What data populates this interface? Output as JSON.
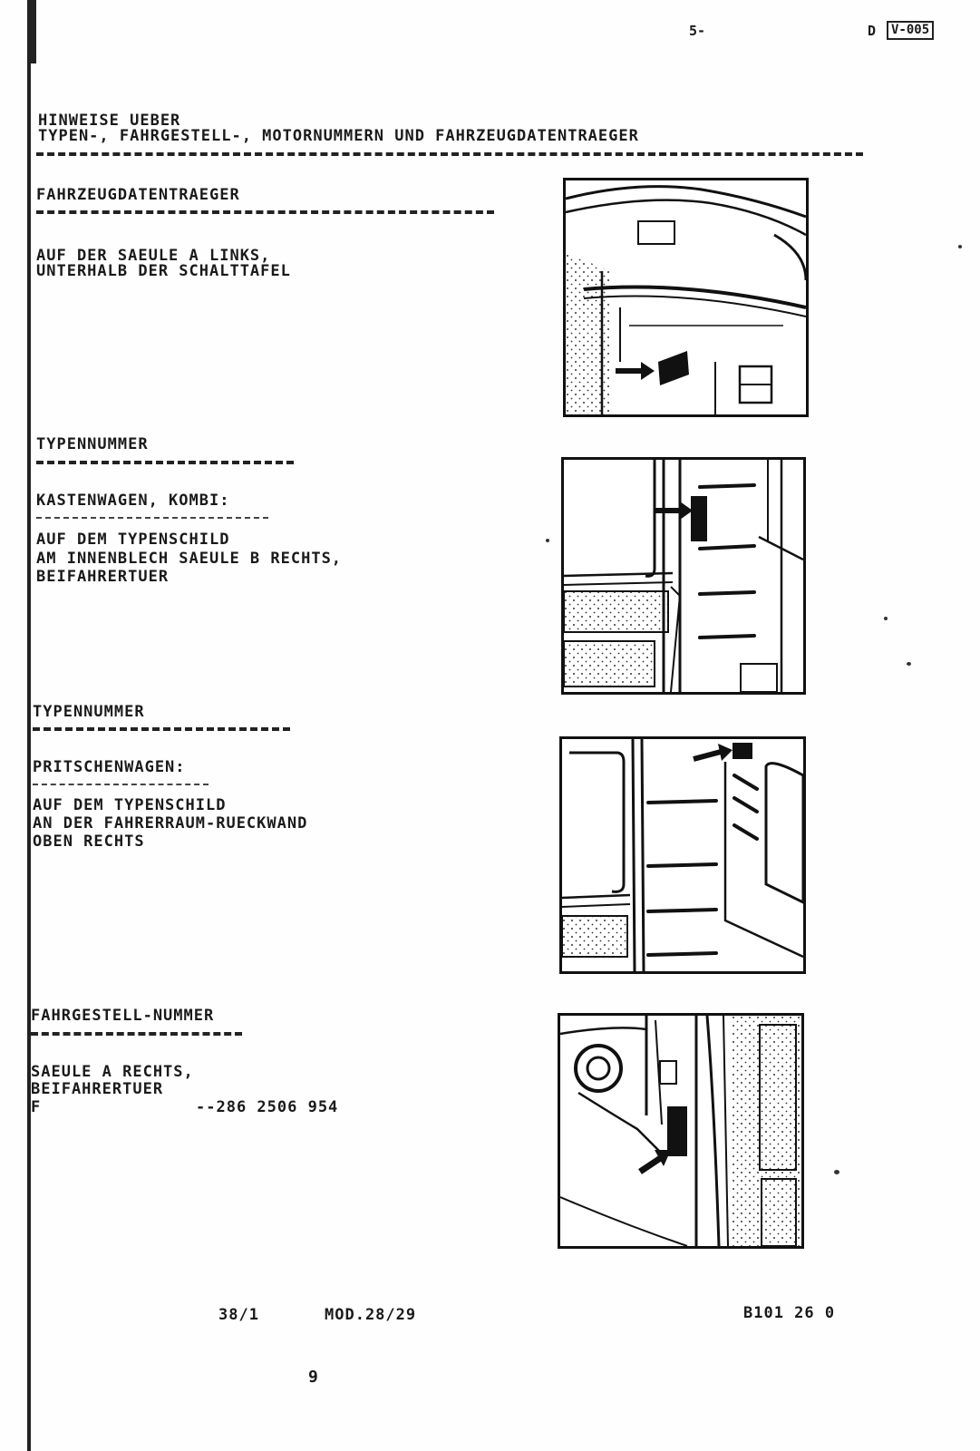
{
  "header": {
    "page_number": "5-",
    "lang_code": "D",
    "doc_code": "V-005"
  },
  "title": {
    "line1": "HINWEISE UEBER",
    "line2": "TYPEN-, FAHRGESTELL-, MOTORNUMMERN UND FAHRZEUGDATENTRAEGER"
  },
  "sections": [
    {
      "heading": "FAHRZEUGDATENTRAEGER",
      "subheading": "",
      "lines": [
        "AUF DER SAEULE A LINKS,",
        "UNTERHALB DER SCHALTTAFEL"
      ]
    },
    {
      "heading": "TYPENNUMMER",
      "subheading": "KASTENWAGEN, KOMBI:",
      "lines": [
        "AUF DEM TYPENSCHILD",
        "AM INNENBLECH SAEULE B RECHTS,",
        "BEIFAHRERTUER"
      ]
    },
    {
      "heading": "TYPENNUMMER",
      "subheading": "PRITSCHENWAGEN:",
      "lines": [
        "AUF DEM TYPENSCHILD",
        "AN DER FAHRERRAUM-RUECKWAND",
        "OBEN RECHTS"
      ]
    },
    {
      "heading": "FAHRGESTELL-NUMMER",
      "subheading": "",
      "lines": [
        "SAEULE A RECHTS,",
        "BEIFAHRERTUER"
      ],
      "number_prefix": "F",
      "number_value": "--286 2506 954"
    }
  ],
  "footer": {
    "ref": "38/1",
    "model": "MOD.28/29",
    "code": "B101 26 0",
    "mark": "9"
  }
}
